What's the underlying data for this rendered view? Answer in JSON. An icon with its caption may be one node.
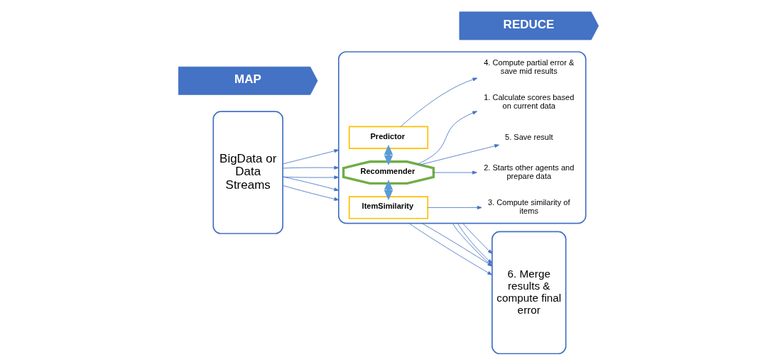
{
  "diagram": {
    "nodes": [
      {
        "text": [
          "BigData or Data Streams"
        ]
      },
      {
        "text": [],
        "shape": "box"
      },
      {
        "text": [
          "ItemSimilarity"
        ],
        "in": 1
      },
      {
        "text": [
          "Recommender"
        ],
        "in": 1
      },
      {
        "text": [
          "Predictor"
        ],
        "in": 1
      },
      {
        "text": [
          "1. Calculate scores based on current data"
        ],
        "in": 1
      },
      {
        "text": [
          "2. Starts other agents and prepare data"
        ],
        "in": 1
      },
      {
        "text": [
          "3. Compute similarity of items"
        ],
        "in": 1
      },
      {
        "text": [
          "4. Compute partial error & save mid results"
        ],
        "in": 1
      },
      {
        "text": [
          "5. Save result"
        ],
        "in": 1
      },
      {
        "text": [
          "6. Merge results & compute final error"
        ]
      },
      {
        "text": [
          "MAP"
        ]
      },
      {
        "text": [
          "REDUCE"
        ]
      }
    ],
    "edges": [
      {
        "from": 0,
        "to": 1,
        "arrow": "to"
      },
      {
        "from": 0,
        "to": 1,
        "arrow": "to"
      },
      {
        "from": 0,
        "to": 1,
        "arrow": "to"
      },
      {
        "from": 0,
        "to": 1,
        "arrow": "to"
      },
      {
        "from": 0,
        "to": 1,
        "arrow": "to"
      },
      {
        "from": 2,
        "to": 3,
        "arrow": "both",
        "style": "thick",
        "color": "#5b9bd5"
      },
      {
        "from": 3,
        "to": 4,
        "arrow": "both",
        "style": "thick",
        "color": "#5b9bd5"
      },
      {
        "from": 2,
        "to": 7,
        "arrow": "to"
      },
      {
        "from": 3,
        "to": 5,
        "arrow": "to"
      },
      {
        "from": 3,
        "to": 6,
        "arrow": "to"
      },
      {
        "from": 3,
        "to": 9,
        "arrow": "to"
      },
      {
        "from": 4,
        "to": 8,
        "arrow": "to"
      },
      {
        "from": 1,
        "to": 10,
        "arrow": "to"
      },
      {
        "from": 1,
        "to": 10,
        "arrow": "to"
      },
      {
        "from": 1,
        "to": 10,
        "arrow": "to"
      },
      {
        "from": 1,
        "to": 10,
        "arrow": "to"
      },
      {
        "from": 1,
        "to": 10,
        "arrow": "to"
      }
    ]
  }
}
